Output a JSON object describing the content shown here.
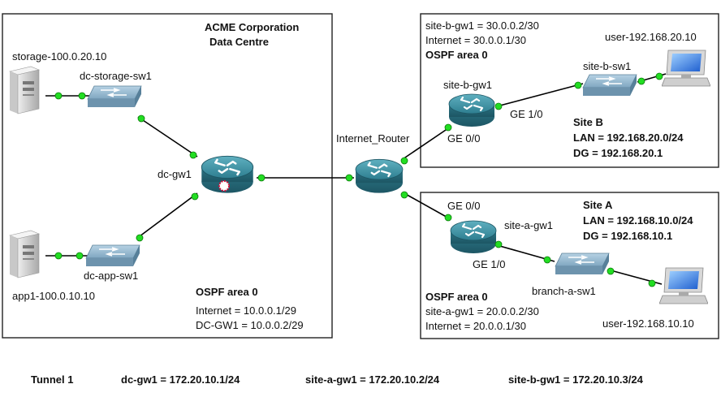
{
  "dc": {
    "title_line1": "ACME Corporation",
    "title_line2": "Data Centre",
    "ospf": "OSPF area 0",
    "internet": "Internet = 10.0.0.1/29",
    "dcgw1": "DC-GW1 = 10.0.0.2/29"
  },
  "devices": {
    "storage": "storage-100.0.20.10",
    "dc_storage_sw1": "dc-storage-sw1",
    "dc_gw1": "dc-gw1",
    "dc_app_sw1": "dc-app-sw1",
    "app1": "app1-100.0.10.10",
    "internet_router": "Internet_Router",
    "site_b_gw1": "site-b-gw1",
    "site_b_sw1": "site-b-sw1",
    "user_b": "user-192.168.20.10",
    "site_a_gw1": "site-a-gw1",
    "branch_a_sw1": "branch-a-sw1",
    "user_a": "user-192.168.10.10"
  },
  "site_b": {
    "gw_addr": "site-b-gw1 = 30.0.0.2/30",
    "internet": "Internet = 30.0.0.1/30",
    "ospf": "OSPF area 0",
    "ge00": "GE 0/0",
    "ge10": "GE 1/0",
    "name": "Site B",
    "lan": "LAN = 192.168.20.0/24",
    "dg": "DG = 192.168.20.1"
  },
  "site_a": {
    "ge00": "GE 0/0",
    "ge10": "GE 1/0",
    "name": "Site A",
    "lan": "LAN = 192.168.10.0/24",
    "dg": "DG = 192.168.10.1",
    "ospf": "OSPF area 0",
    "gw_addr": "site-a-gw1 = 20.0.0.2/30",
    "internet": "Internet = 20.0.0.1/30"
  },
  "tunnel": {
    "label": "Tunnel 1",
    "dc": "dc-gw1 = 172.20.10.1/24",
    "site_a": "site-a-gw1 = 172.20.10.2/24",
    "site_b": "site-b-gw1 = 172.20.10.3/24"
  },
  "colors": {
    "link_dot": "#22dd22",
    "router": "#3a8a9a",
    "switch": "#8ab0c8",
    "frame": "#222222"
  }
}
